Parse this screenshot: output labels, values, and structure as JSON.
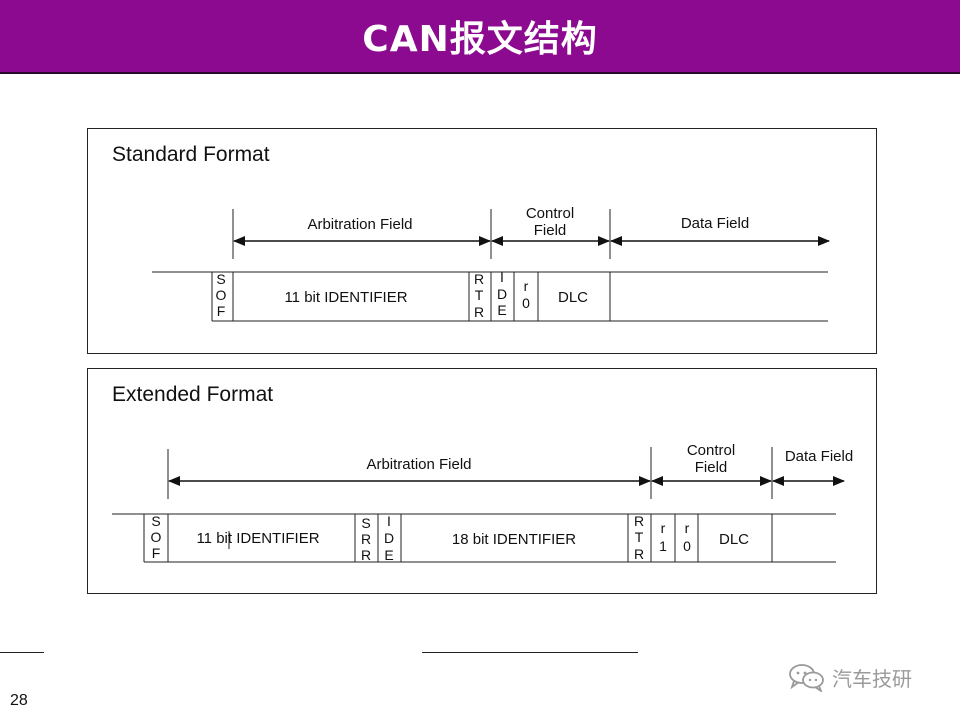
{
  "page": {
    "title": "CAN报文结构",
    "page_number": "28",
    "watermark": "汽车技研",
    "accent": "#8b0a8f"
  },
  "standard": {
    "title": "Standard Format",
    "arbitration_label": "Arbitration Field",
    "control_label_1": "Control",
    "control_label_2": "Field",
    "data_label": "Data Field",
    "sof": [
      "S",
      "O",
      "F"
    ],
    "identifier": "11 bit IDENTIFIER",
    "rtr": [
      "R",
      "T",
      "R"
    ],
    "ide": [
      "I",
      "D",
      "E"
    ],
    "r0": [
      "r",
      "0"
    ],
    "dlc": "DLC"
  },
  "extended": {
    "title": "Extended Format",
    "arbitration_label": "Arbitration Field",
    "control_label_1": "Control",
    "control_label_2": "Field",
    "data_label": "Data Field",
    "sof": [
      "S",
      "O",
      "F"
    ],
    "identifier_11": "11 bit IDENTIFIER",
    "srr": [
      "S",
      "R",
      "R"
    ],
    "ide": [
      "I",
      "D",
      "E"
    ],
    "identifier_18": "18 bit IDENTIFIER",
    "rtr": [
      "R",
      "T",
      "R"
    ],
    "r1": [
      "r",
      "1"
    ],
    "r0": [
      "r",
      "0"
    ],
    "dlc": "DLC"
  }
}
